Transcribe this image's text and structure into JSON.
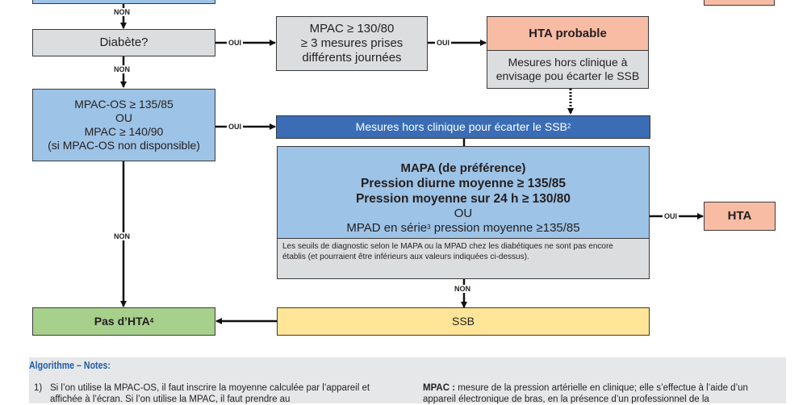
{
  "flowchart": {
    "connector_labels": {
      "non": "NON",
      "oui": "OUI"
    },
    "nodes": {
      "diabete": {
        "label": "Diabète?"
      },
      "mpac_130": {
        "lines": [
          "MPAC ≥ 130/80",
          "≥ 3 mesures prises",
          "différents journées"
        ]
      },
      "hta_probable": {
        "title": "HTA probable",
        "lines": [
          "Mesures hors clinique à",
          "envisage pou écarter le SSB"
        ]
      },
      "mpac_os": {
        "lines": [
          "MPAC-OS ≥ 135/85",
          "OU",
          "MPAC ≥ 140/90",
          "(si MPAC-OS non disponsible)"
        ]
      },
      "mesures_hors_clinique": {
        "label": "Mesures hors clinique pour écarter le SSB",
        "sup": "2"
      },
      "mapa": {
        "bold_lines": [
          "MAPA (de préférence)",
          "Pression diurne moyenne ≥ 135/85",
          "Pression moyenne sur 24 h ≥ 130/80"
        ],
        "or": "OU",
        "mpad_pre": "MPAD en série",
        "mpad_sup": "3",
        "mpad_post": " pression moyenne ≥135/85",
        "note": "Les seuils de diagnostic selon le MAPA ou la MPAD chez les diabétiques ne sont pas encore établis (et pourraient être inférieurs aux valeurs indiquées ci-dessus)."
      },
      "hta": {
        "label": "HTA"
      },
      "pas_hta": {
        "label": "Pas d’HTA",
        "sup": "4"
      },
      "ssb": {
        "label": "SSB"
      }
    }
  },
  "notes": {
    "title": "Algorithme – Notes:",
    "items": [
      {
        "num": "1)",
        "text": "Si l’on utilise la MPAC-OS, il faut inscrire la moyenne calculée par l’appareil et affichée à l’écran. Si l’on utilise la MPAC, il faut prendre au"
      }
    ],
    "definition": {
      "term": "MPAC :",
      "text": " mesure de la pression artérielle en clinique; elle s’effectue à l’aide d’un appareil électronique de bras, en la présence d’un professionnel de la"
    }
  },
  "colors": {
    "grey_box": "#dcdddf",
    "blue_box": "#9dc3e6",
    "dark_blue_box": "#3a6db5",
    "salmon_box": "#f8bca4",
    "green_box": "#a8d08d",
    "yellow_box": "#fee597",
    "notes_title": "#1f5da8",
    "notes_bg": "#e6e7e8"
  }
}
